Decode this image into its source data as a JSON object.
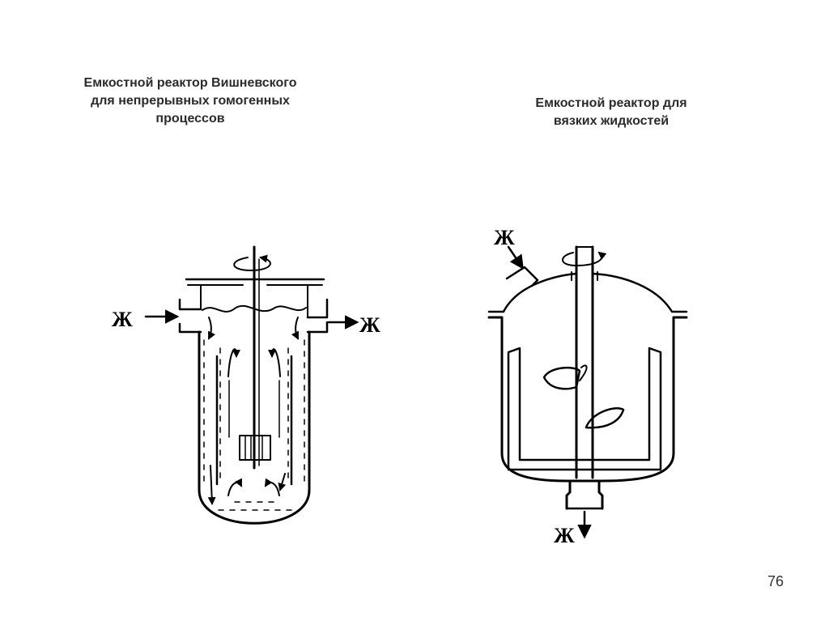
{
  "left_diagram": {
    "caption_lines": [
      "Емкостной реактор Вишневского",
      "для непрерывных гомогенных",
      "процессов"
    ],
    "inlet_label": "Ж",
    "outlet_label": "Ж"
  },
  "right_diagram": {
    "caption_lines": [
      "Емкостной реактор для",
      "вязких жидкостей"
    ],
    "inlet_label": "Ж",
    "outlet_label": "Ж"
  },
  "page_number": "76",
  "colors": {
    "ink": "#000000",
    "caption": "#2b2b2b",
    "background": "#ffffff"
  }
}
